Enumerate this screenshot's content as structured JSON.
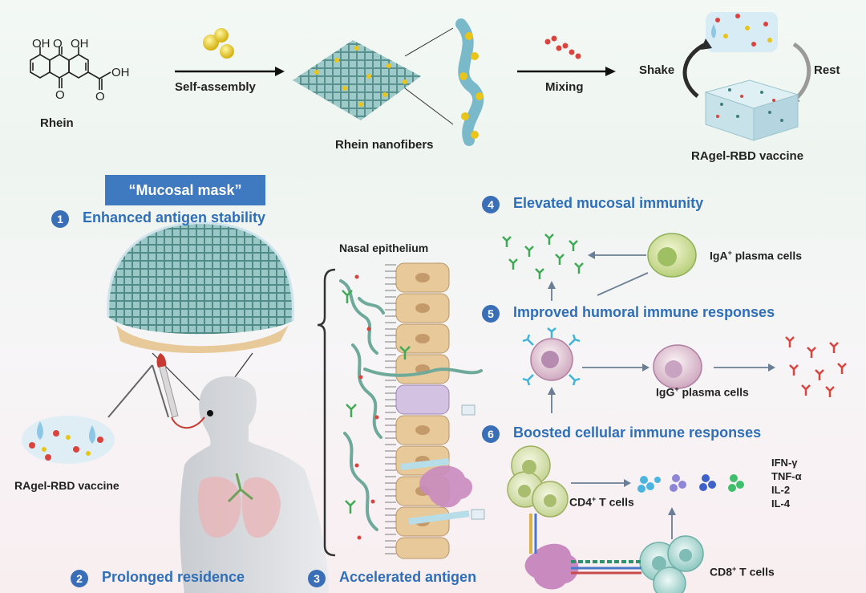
{
  "top": {
    "rhein_label": "Rhein",
    "self_assembly": "Self-assembly",
    "nanofibers": "Rhein nanofibers",
    "mixing": "Mixing",
    "shake": "Shake",
    "rest": "Rest",
    "ragel_vaccine_top": "RAgel-RBD vaccine",
    "oh1": "OH",
    "oh2": "OH",
    "o1": "O",
    "o2": "O",
    "o3": "O",
    "oh3": "OH"
  },
  "left": {
    "mask_title": "“Mucosal mask”",
    "step1_num": "1",
    "step1": "Enhanced antigen stability",
    "ragel_vaccine": "RAgel-RBD vaccine",
    "step2_num": "2",
    "step2": "Prolonged residence"
  },
  "middle": {
    "nasal": "Nasal epithelium",
    "step3_num": "3",
    "step3": "Accelerated antigen"
  },
  "right": {
    "step4_num": "4",
    "step4": "Elevated mucosal immunity",
    "iga_main": "IgA",
    "iga_sup": "+",
    "iga_rest": " plasma cells",
    "step5_num": "5",
    "step5": "Improved humoral immune responses",
    "igg_main": "IgG",
    "igg_sup": "+",
    "igg_rest": " plasma cells",
    "step6_num": "6",
    "step6": "Boosted cellular immune responses",
    "cd4_main": "CD4",
    "cd4_sup": "+",
    "cd4_rest": " T cells",
    "cd8_main": "CD8",
    "cd8_sup": "+",
    "cd8_rest": " T cells",
    "cytokines": [
      "IFN-γ",
      "TNF-α",
      "IL-2",
      "IL-4"
    ]
  },
  "colors": {
    "accent_blue": "#2f6fb8",
    "badge_blue": "#3a6fb7",
    "cell_tan": "#e8c99a",
    "fiber_green": "#4fa38f",
    "antibody_red": "#d9443f",
    "antibody_green": "#3faa55",
    "antibody_cyan": "#3fb3d8"
  }
}
